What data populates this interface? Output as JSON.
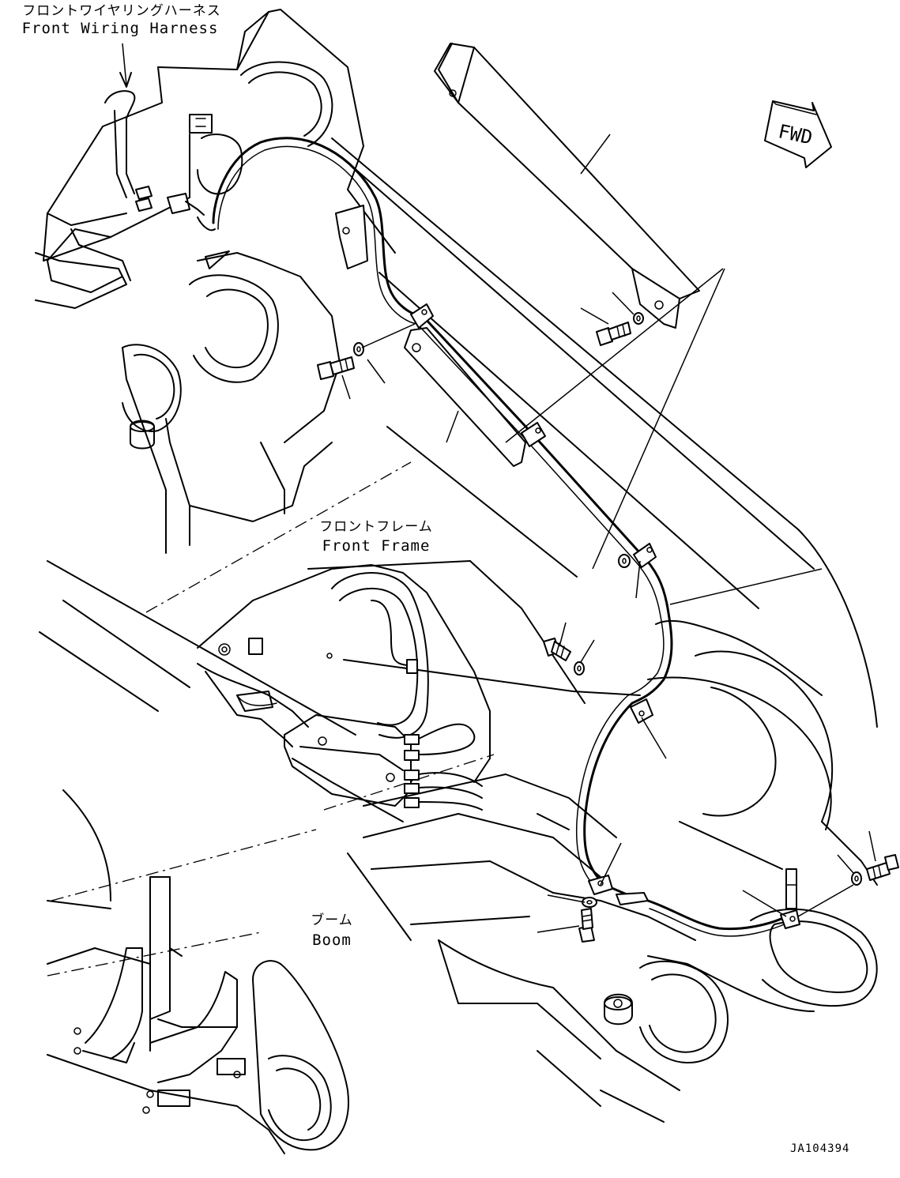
{
  "labels": {
    "front_wiring_harness_jp": "フロントワイヤリングハーネス",
    "front_wiring_harness_en": "Front Wiring Harness",
    "front_frame_jp": "フロントフレーム",
    "front_frame_en": "Front Frame",
    "boom_jp": "ブーム",
    "boom_en": "Boom"
  },
  "fwd_arrow": "FWD",
  "drawing_number": "JA104394",
  "icons": {
    "fwd": "fwd-arrow-icon",
    "bolt": "bolt-icon",
    "washer": "washer-icon",
    "clamp": "clamp-icon",
    "connector": "connector-icon"
  }
}
